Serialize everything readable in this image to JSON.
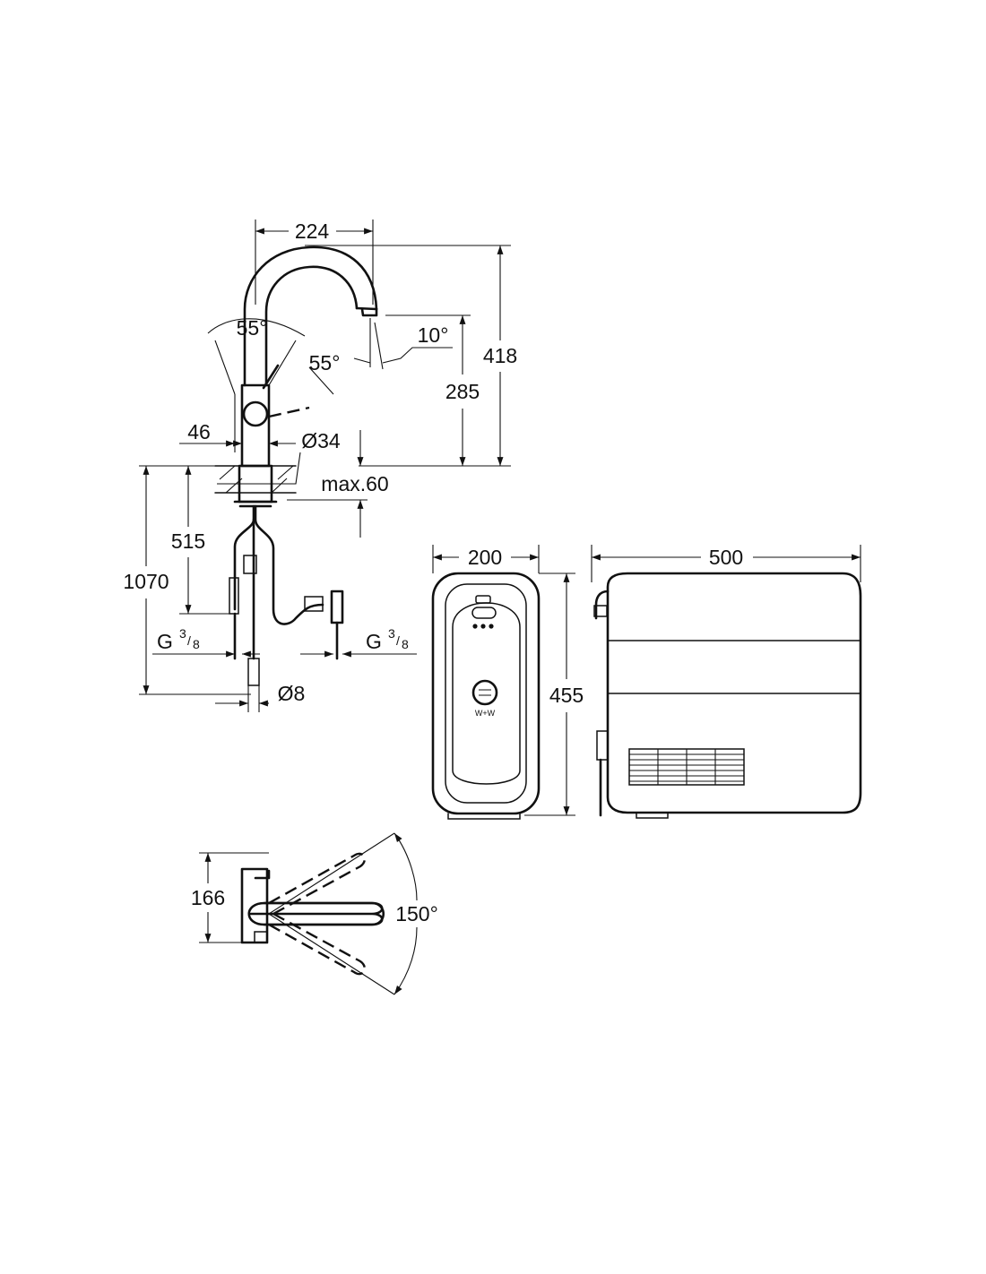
{
  "faucet_side": {
    "spout_width": "224",
    "total_height": "418",
    "spout_height": "285",
    "lever_angle_left": "55°",
    "lever_angle_right": "55°",
    "spout_tilt": "10°",
    "lever_offset": "46",
    "body_diameter": "Ø34",
    "max_thickness": "max.60",
    "hose_length_short": "515",
    "hose_length_long": "1070",
    "connection_left": "G",
    "connection_right": "G",
    "thread_num": "3",
    "thread_den": "8",
    "pipe_diameter": "Ø8"
  },
  "boiler_front": {
    "width": "200",
    "height": "455",
    "label_top": "",
    "label_bottom": "W+W"
  },
  "boiler_side": {
    "depth": "500"
  },
  "faucet_top": {
    "reach": "166",
    "swivel_angle": "150°"
  },
  "colors": {
    "line": "#111111",
    "background": "#ffffff"
  }
}
